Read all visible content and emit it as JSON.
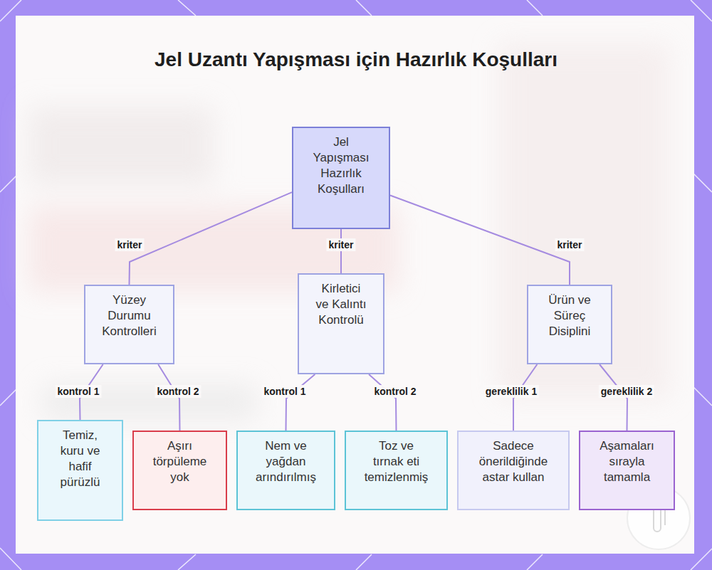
{
  "diagram": {
    "title": "Jel Uzantı Yapışması için Hazırlık Koşulları",
    "nodes": [
      {
        "text": [
          "Jel Yapışması Hazırlık Koşulları"
        ]
      },
      {
        "text": [
          "Yüzey Durumu Kontrolleri"
        ]
      },
      {
        "text": [
          "Kirletici ve Kalıntı Kontrolü"
        ]
      },
      {
        "text": [
          "Ürün ve Süreç Disiplini"
        ]
      },
      {
        "text": [
          "Temiz, kuru ve hafif pürüzlü"
        ]
      },
      {
        "text": [
          "Aşırı törpüleme yok"
        ]
      },
      {
        "text": [
          "Nem ve yağdan arındırılmış"
        ]
      },
      {
        "text": [
          "Toz ve tırnak eti temizlenmiş"
        ]
      },
      {
        "text": [
          "Sadece önerildiğinde astar kullan"
        ]
      },
      {
        "text": [
          "Aşamaları sırayla tamamla"
        ]
      }
    ],
    "edges": [
      {
        "from": 0,
        "to": 1,
        "label": "kriter",
        "arrow": "none"
      },
      {
        "from": 0,
        "to": 2,
        "label": "kriter",
        "arrow": "none"
      },
      {
        "from": 0,
        "to": 3,
        "label": "kriter",
        "arrow": "none"
      },
      {
        "from": 1,
        "to": 4,
        "label": "kontrol 1",
        "arrow": "none"
      },
      {
        "from": 1,
        "to": 5,
        "label": "kontrol 2",
        "arrow": "none"
      },
      {
        "from": 2,
        "to": 6,
        "label": "kontrol 1",
        "arrow": "none"
      },
      {
        "from": 2,
        "to": 7,
        "label": "kontrol 2",
        "arrow": "none"
      },
      {
        "from": 3,
        "to": 8,
        "label": "gereklilik 1",
        "arrow": "none"
      },
      {
        "from": 3,
        "to": 9,
        "label": "gereklilik 2",
        "arrow": "none"
      }
    ]
  }
}
